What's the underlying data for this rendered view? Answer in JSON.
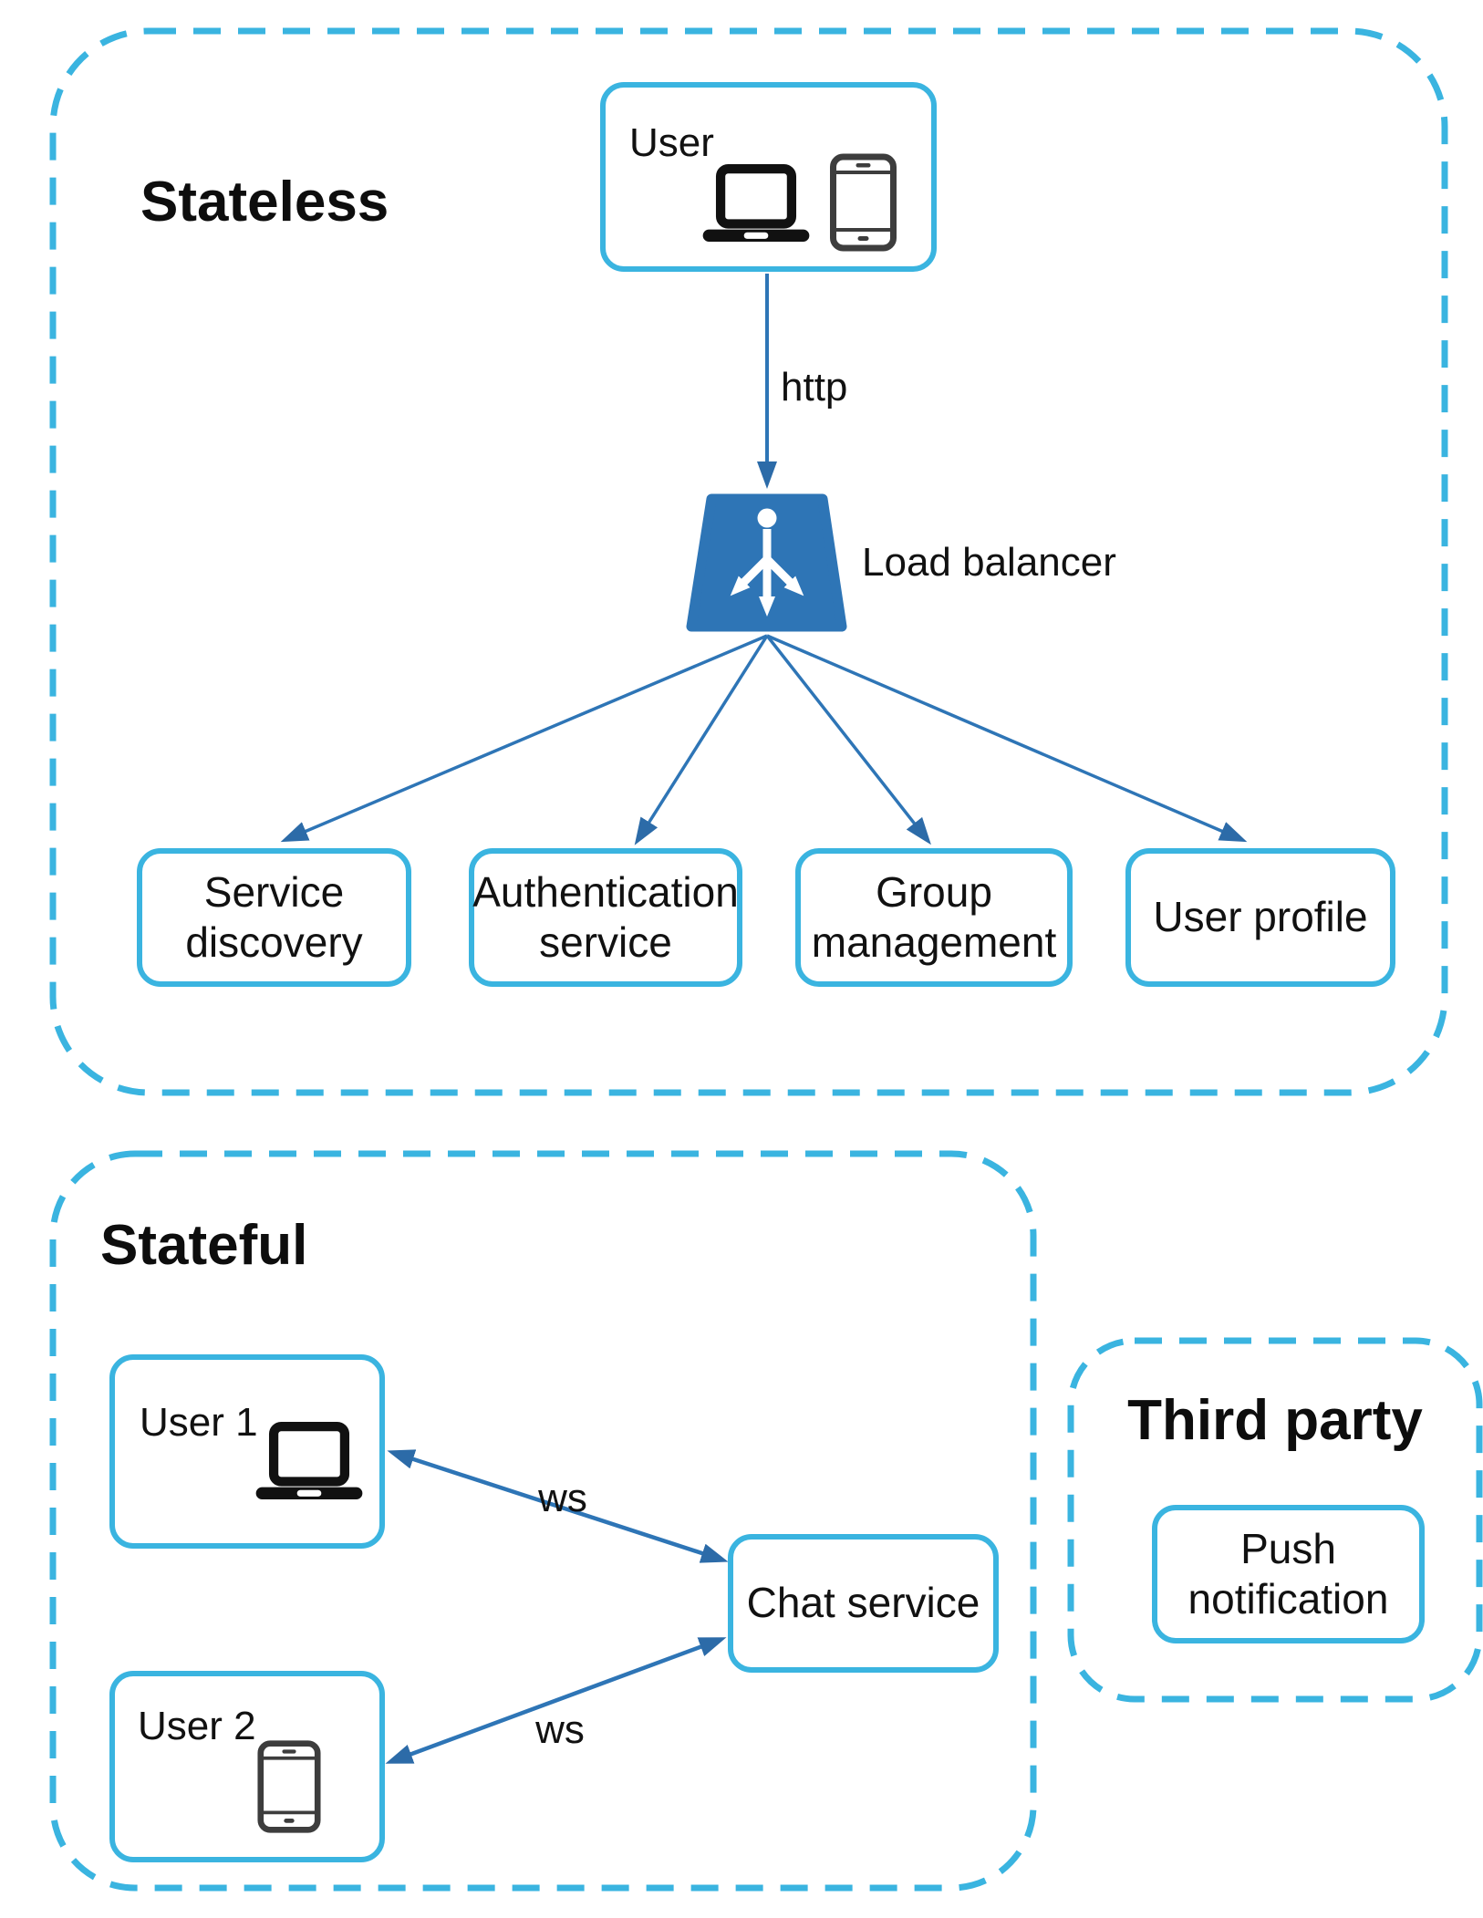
{
  "sections": {
    "stateless": {
      "title": "Stateless"
    },
    "stateful": {
      "title": "Stateful"
    },
    "third_party": {
      "title": "Third party"
    }
  },
  "nodes": {
    "user": {
      "label": "User"
    },
    "load_balancer": {
      "label": "Load balancer"
    },
    "service_discovery": {
      "label": "Service\ndiscovery"
    },
    "authentication_service": {
      "label": "Authentication\nservice"
    },
    "group_management": {
      "label": "Group\nmanagement"
    },
    "user_profile": {
      "label": "User profile"
    },
    "user1": {
      "label": "User 1"
    },
    "user2": {
      "label": "User 2"
    },
    "chat_service": {
      "label": "Chat service"
    },
    "push_notification": {
      "label": "Push\nnotification"
    }
  },
  "edges": {
    "http": {
      "label": "http"
    },
    "ws_user1": {
      "label": "ws"
    },
    "ws_user2": {
      "label": "ws"
    }
  },
  "icons": {
    "laptop": "laptop-icon",
    "smartphone": "smartphone-icon",
    "load_balancer": "load-balancer-icon"
  },
  "colors": {
    "section_border": "#3ab4e0",
    "node_border": "#3ab4e0",
    "arrow": "#2e75b6",
    "load_balancer_fill": "#2e75b6",
    "text": "#111111"
  }
}
